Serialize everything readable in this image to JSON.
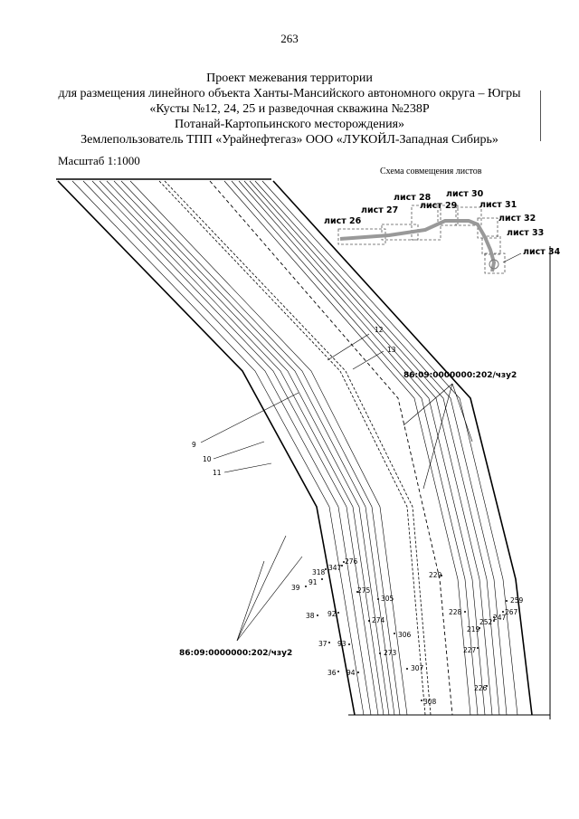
{
  "page_number": "263",
  "title_lines": [
    "Проект межевания территории",
    "для размещения линейного объекта Ханты-Мансийского автономного округа – Югры",
    "«Кусты №12, 24, 25  и разведочная скважина №238Р",
    "Потанай-Картопьинского месторождения»",
    "Землепользователь ТПП «Урайнефтегаз» ООО «ЛУКОЙЛ-Западная Сибирь»"
  ],
  "scale": "Масштаб 1:1000",
  "inset": {
    "title": "Схема совмещения листов",
    "sheets": [
      "лист 26",
      "лист 27",
      "лист 28",
      "лист 29",
      "лист 30",
      "лист 31",
      "лист 32",
      "лист 33",
      "лист 34"
    ]
  },
  "cadastral_labels": [
    "86:09:0000000:202/чзу2",
    "86:09:0000000:202/чзу2"
  ],
  "line_labels": [
    "12",
    "13",
    "9",
    "10",
    "11"
  ],
  "point_labels": {
    "left_group": [
      "318",
      "347",
      "276",
      "91",
      "39",
      "275",
      "305",
      "38",
      "92",
      "274",
      "306",
      "37",
      "93",
      "273",
      "36",
      "94",
      "307",
      "308"
    ],
    "right_group": [
      "229",
      "259",
      "228",
      "267",
      "252",
      "247",
      "219",
      "227",
      "226"
    ]
  }
}
